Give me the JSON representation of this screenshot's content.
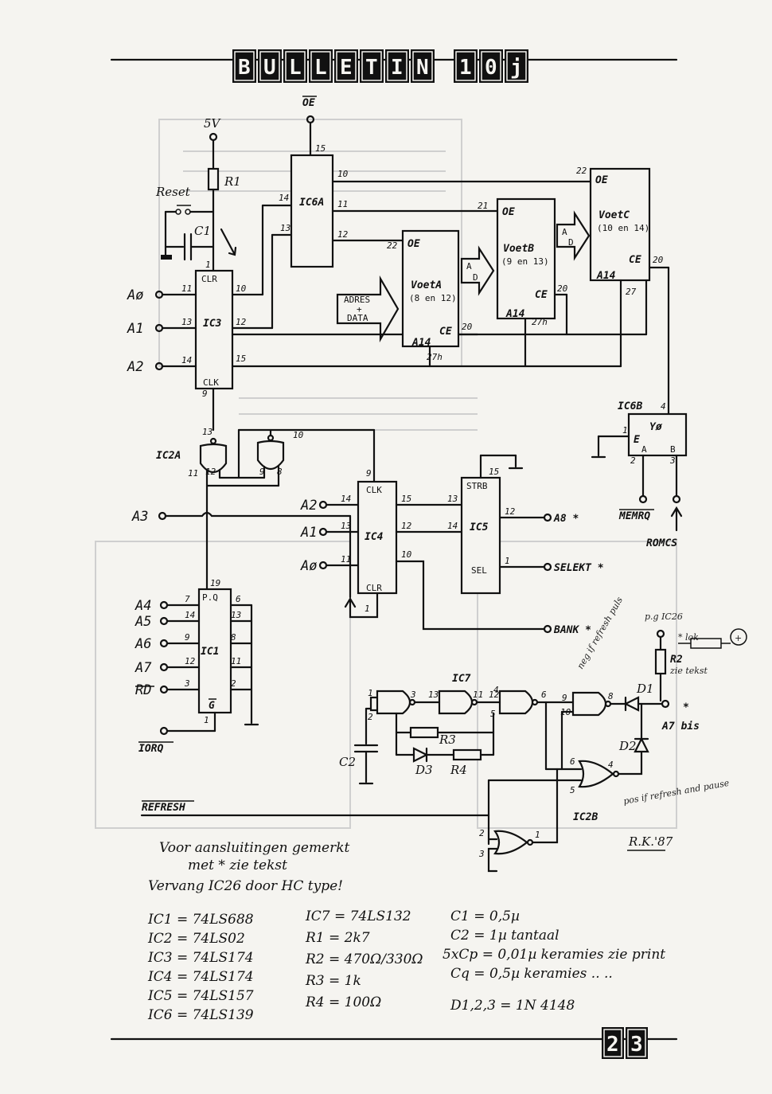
{
  "header": {
    "banner_letters": [
      "B",
      "U",
      "L",
      "L",
      "E",
      "T",
      "I",
      "N"
    ],
    "issue_letters": [
      "1",
      "0",
      "j"
    ]
  },
  "footer": {
    "page_digits": [
      "2",
      "3"
    ]
  },
  "supply": {
    "voltage": "5V",
    "oe_top": "OE"
  },
  "labels": {
    "reset": "Reset",
    "r1": "R1",
    "c1": "C1",
    "clr": "CLR",
    "clk": "CLK",
    "ic6a": "IC6A",
    "ic3": "IC3",
    "ic2a": "IC2A",
    "ic4": "IC4",
    "ic5": "IC5",
    "ic1": "IC1",
    "ic6b": "IC6B",
    "ic7": "IC7",
    "ic2b": "IC2B",
    "strb": "STRB",
    "sel": "SEL",
    "g": "G",
    "pq": "P.Q",
    "y0": "Yø",
    "e_bar": "E",
    "pin_a": "A",
    "pin_b": "B",
    "oe": "OE",
    "ce": "CE",
    "a14": "A14",
    "adres_data": [
      "ADRES",
      "+",
      "DATA"
    ],
    "voet_a": [
      "VoetA",
      "(8 en 12)"
    ],
    "voet_b": [
      "VoetB",
      "(9 en 13)"
    ],
    "voet_c": [
      "VoetC",
      "(10 en 14)"
    ],
    "a_d": [
      "A",
      "D"
    ]
  },
  "inputs_left": {
    "ic3": [
      "Aø",
      "A1",
      "A2"
    ],
    "a3": "A3",
    "ic4": [
      "A2",
      "A1",
      "Aø"
    ],
    "ic1": [
      "A4",
      "A5",
      "A6",
      "A7",
      "RD"
    ],
    "iorq": "IORQ",
    "refresh": "REFRESH"
  },
  "outputs": {
    "a8": "A8 *",
    "selekt": "SELEKT *",
    "bank": "BANK *",
    "memrq": "MEMRQ",
    "romcs": "ROMCS",
    "a7bis": "A7 bis",
    "star": "*",
    "pg_ic26": "p.g IC26",
    "r2": "R2",
    "r2_note": "zie tekst",
    "lok": "* lok",
    "plus": "+",
    "d1": "D1",
    "d2": "D2",
    "d3": "D3",
    "r3": "R3",
    "r4": "R4",
    "c2": "C2"
  },
  "annotations": {
    "neg_if": "neg if refresh puls",
    "pos_if": "pos if refresh and pause",
    "signature": "R.K.'87"
  },
  "pins": {
    "ic6a": [
      "15",
      "10",
      "14",
      "11",
      "13",
      "12"
    ],
    "ic3": [
      "1",
      "11",
      "13",
      "14",
      "10",
      "12",
      "15",
      "9"
    ],
    "voets": [
      "22",
      "20",
      "21",
      "27h",
      "20",
      "22",
      "27h",
      "20",
      "27"
    ],
    "ic2a": [
      "13",
      "11",
      "12",
      "10",
      "9",
      "8"
    ],
    "ic4": [
      "9",
      "14",
      "13",
      "11",
      "15",
      "12",
      "10",
      "1"
    ],
    "ic5": [
      "15",
      "13",
      "14",
      "12",
      "1"
    ],
    "ic1": [
      "19",
      "7",
      "14",
      "9",
      "12",
      "3",
      "6",
      "13",
      "8",
      "11",
      "2",
      "1"
    ],
    "ic6b": [
      "4",
      "1",
      "2",
      "3"
    ],
    "ic7": [
      "1",
      "2",
      "3",
      "13",
      "11",
      "12",
      "4",
      "5",
      "6",
      "9",
      "10",
      "8"
    ],
    "ic2b": [
      "6",
      "5",
      "4",
      "2",
      "3",
      "1"
    ]
  },
  "notes": {
    "line1": "Voor aansluitingen gemerkt",
    "line2": "met * zie tekst",
    "line3": "Vervang IC26 door HC type!"
  },
  "parts_left": [
    "IC1 = 74LS688",
    "IC2 = 74LS02",
    "IC3 = 74LS174",
    "IC4 = 74LS174",
    "IC5 = 74LS157",
    "IC6 = 74LS139"
  ],
  "parts_mid": [
    "IC7 = 74LS132",
    "R1 = 2k7",
    "R2 = 470Ω/330Ω",
    "R3 = 1k",
    "R4 = 100Ω"
  ],
  "parts_right": [
    "C1 = 0,5µ",
    "C2 = 1µ tantaal",
    "5xCp = 0,01µ keramies zie print",
    "Cq = 0,5µ keramies  ..  ..",
    "D1,2,3 = 1N 4148"
  ]
}
